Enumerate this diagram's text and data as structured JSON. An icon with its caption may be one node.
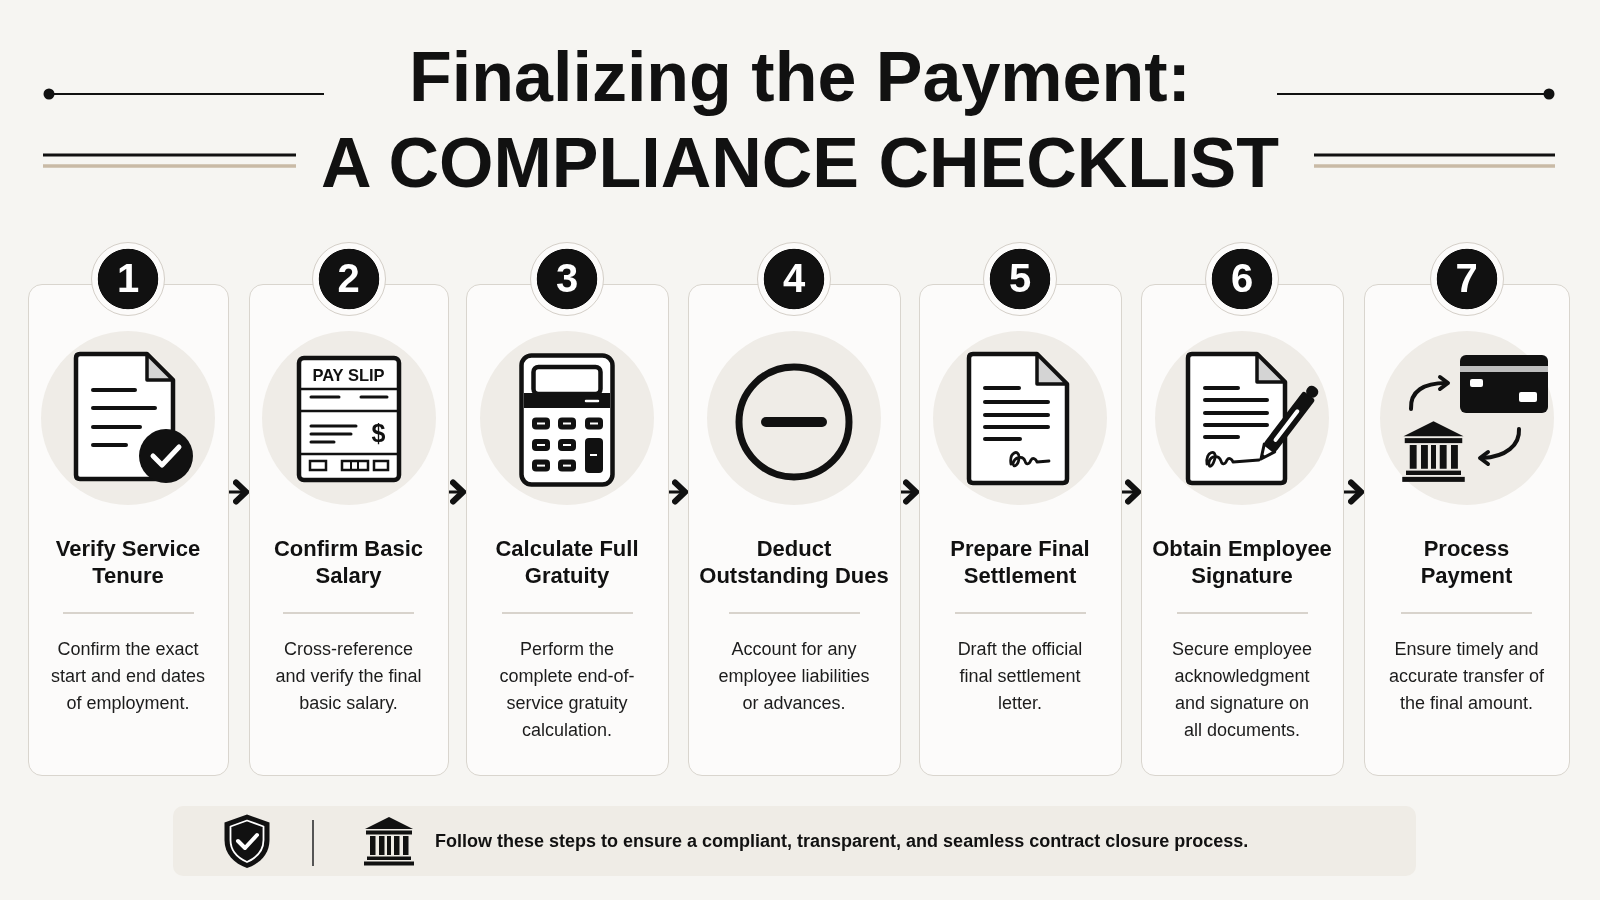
{
  "diagram": {
    "title": "Finalizing the Payment: A COMPLIANCE CHECKLIST",
    "nodes": [
      {
        "text": [
          "1",
          "Verify Service Tenure",
          "Confirm the exact start and end dates of employment."
        ]
      },
      {
        "text": [
          "2",
          "Confirm Basic Salary",
          "Cross-reference and verify the final basic salary."
        ]
      },
      {
        "text": [
          "3",
          "Calculate Full Gratuity",
          "Perform the complete end-of-service gratuity calculation."
        ]
      },
      {
        "text": [
          "4",
          "Deduct Outstanding Dues",
          "Account for any employee liabilities or advances."
        ]
      },
      {
        "text": [
          "5",
          "Prepare Final Settlement",
          "Draft the official final settlement letter."
        ]
      },
      {
        "text": [
          "6",
          "Obtain Employee Signature",
          "Secure employee acknowledgment and signature on all documents."
        ]
      },
      {
        "text": [
          "7",
          "Process Payment",
          "Ensure timely and accurate transfer of the final amount."
        ]
      },
      {
        "text": [
          "Follow these steps to ensure a compliant, transparent, and seamless contract closure process."
        ]
      }
    ],
    "edges": [
      {
        "from": 0,
        "to": 1,
        "arrow": "to"
      },
      {
        "from": 1,
        "to": 2,
        "arrow": "to"
      },
      {
        "from": 2,
        "to": 3,
        "arrow": "to"
      },
      {
        "from": 3,
        "to": 4,
        "arrow": "to"
      },
      {
        "from": 4,
        "to": 5,
        "arrow": "to"
      },
      {
        "from": 5,
        "to": 6,
        "arrow": "to"
      }
    ],
    "labels": [
      "PAY SLIP",
      "$"
    ]
  }
}
